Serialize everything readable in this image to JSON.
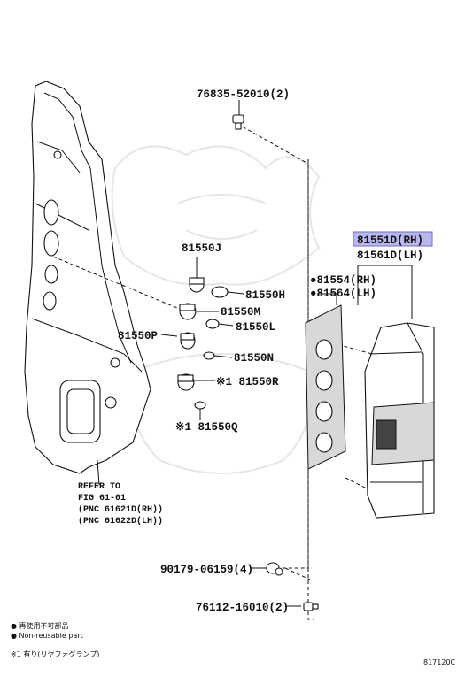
{
  "labels": {
    "p76835": "76835-52010(2)",
    "p81551d": "81551D(RH)",
    "p81561d": "81561D(LH)",
    "p81554": "●81554(RH)",
    "p81564": "●81564(LH)",
    "p81550j": "81550J",
    "p81550h": "81550H",
    "p81550m": "81550M",
    "p81550l": "81550L",
    "p81550p": "81550P",
    "p81550n": "81550N",
    "p81550r": "※1 81550R",
    "p81550q": "※1 81550Q",
    "p90179": "90179-06159(4)",
    "p76112": "76112-16010(2)"
  },
  "refer": {
    "line1": "REFER TO",
    "line2": "FIG 61-01",
    "line3": "(PNC 61621D(RH))",
    "line4": "(PNC 61622D(LH))"
  },
  "legend": {
    "jp": "● 再使用不可部品",
    "en": "● Non-reusable part",
    "note": "※1 有り(リヤフォグランプ)"
  },
  "figure_code": "817120C",
  "highlight_color": "#b9b8ee"
}
